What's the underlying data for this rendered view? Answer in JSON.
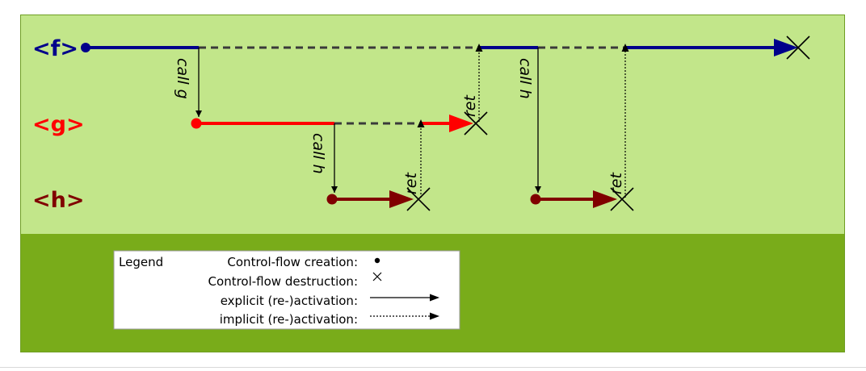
{
  "rows": {
    "f": {
      "label": "<f>",
      "color": "#00008b"
    },
    "g": {
      "label": "<g>",
      "color": "#ff0000"
    },
    "h": {
      "label": "<h>",
      "color": "#800000"
    }
  },
  "annotations": {
    "call_g": "call g",
    "call_h_1": "call h",
    "call_h_2": "call h",
    "ret_h_1": "ret",
    "ret_g": "ret",
    "ret_h_2": "ret"
  },
  "legend": {
    "title": "Legend",
    "creation": "Control-flow creation:",
    "destruction": "Control-flow destruction:",
    "explicit": "explicit (re-)activation:",
    "implicit": "implicit (re-)activation:"
  },
  "colors": {
    "upper_panel": "#c2e68a",
    "lower_panel": "#79ac1a",
    "panel_border": "#6f9e24",
    "legend_bg": "#ffffff"
  }
}
